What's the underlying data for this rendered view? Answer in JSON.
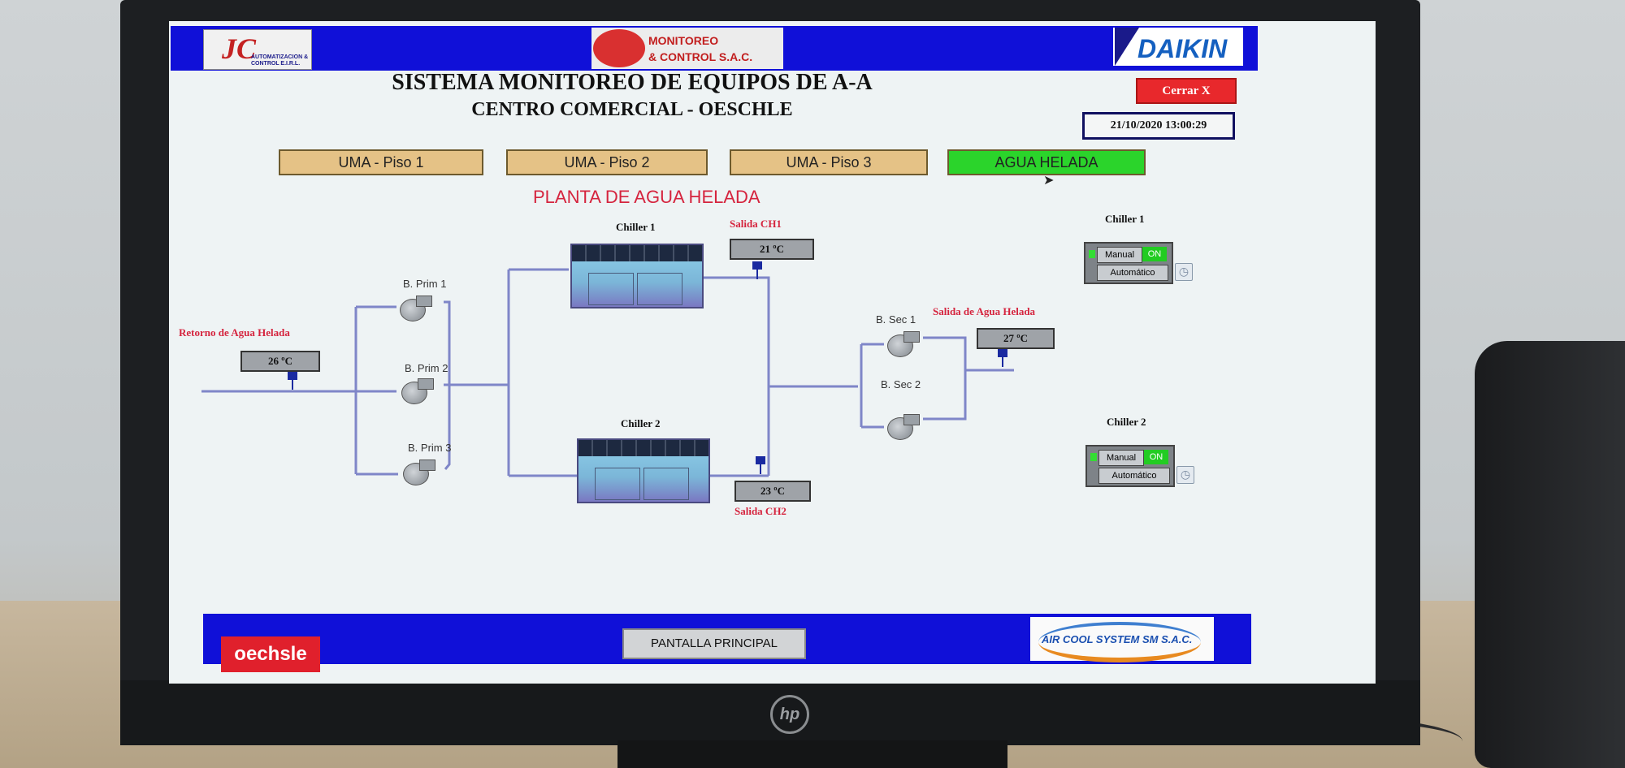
{
  "header": {
    "logo_left_text": "JC",
    "logo_left_sub": "AUTOMATIZACION & CONTROL E.I.R.L.",
    "logo_center_line1": "MONITOREO",
    "logo_center_line2": "& CONTROL S.A.C.",
    "logo_right_text": "DAIKIN"
  },
  "title": {
    "main": "SISTEMA MONITOREO DE EQUIPOS DE A-A",
    "sub": "CENTRO COMERCIAL - OESCHLE"
  },
  "close_button": "Cerrar X",
  "datetime": "21/10/2020 13:00:29",
  "nav": [
    {
      "label": "UMA - Piso 1"
    },
    {
      "label": "UMA - Piso 2"
    },
    {
      "label": "UMA - Piso 3"
    },
    {
      "label": "AGUA HELADA",
      "active": true
    }
  ],
  "section_title": "PLANTA DE AGUA HELADA",
  "diagram": {
    "retorno_label": "Retorno de Agua Helada",
    "retorno_temp": "26 ºC",
    "pumps_primary": [
      "B. Prim 1",
      "B. Prim 2",
      "B. Prim 3"
    ],
    "chiller1_label": "Chiller 1",
    "chiller2_label": "Chiller 2",
    "salida_ch1_label": "Salida CH1",
    "salida_ch1_temp": "21 ºC",
    "salida_ch2_label": "Salida CH2",
    "salida_ch2_temp": "23 ºC",
    "pumps_secondary": [
      "B. Sec 1",
      "B. Sec 2"
    ],
    "salida_label": "Salida de Agua Helada",
    "salida_temp": "27 ºC"
  },
  "controls": [
    {
      "title": "Chiller 1",
      "manual": "Manual",
      "state": "ON",
      "auto": "Automático"
    },
    {
      "title": "Chiller 2",
      "manual": "Manual",
      "state": "ON",
      "auto": "Automático"
    }
  ],
  "footer": {
    "logo_left": "oechsle",
    "main_button": "PANTALLA PRINCIPAL",
    "logo_right": "AIR COOL SYSTEM SM S.A.C."
  },
  "icons": {
    "close": "close-icon",
    "clock": "clock-icon",
    "pump": "pump-icon",
    "sensor": "temperature-sensor-icon",
    "cursor": "mouse-cursor-icon"
  },
  "colors": {
    "header_bar": "#1010d8",
    "nav_default": "#e5c286",
    "nav_active": "#2bd42b",
    "alert_red": "#e8282c",
    "label_red": "#d5243e"
  }
}
